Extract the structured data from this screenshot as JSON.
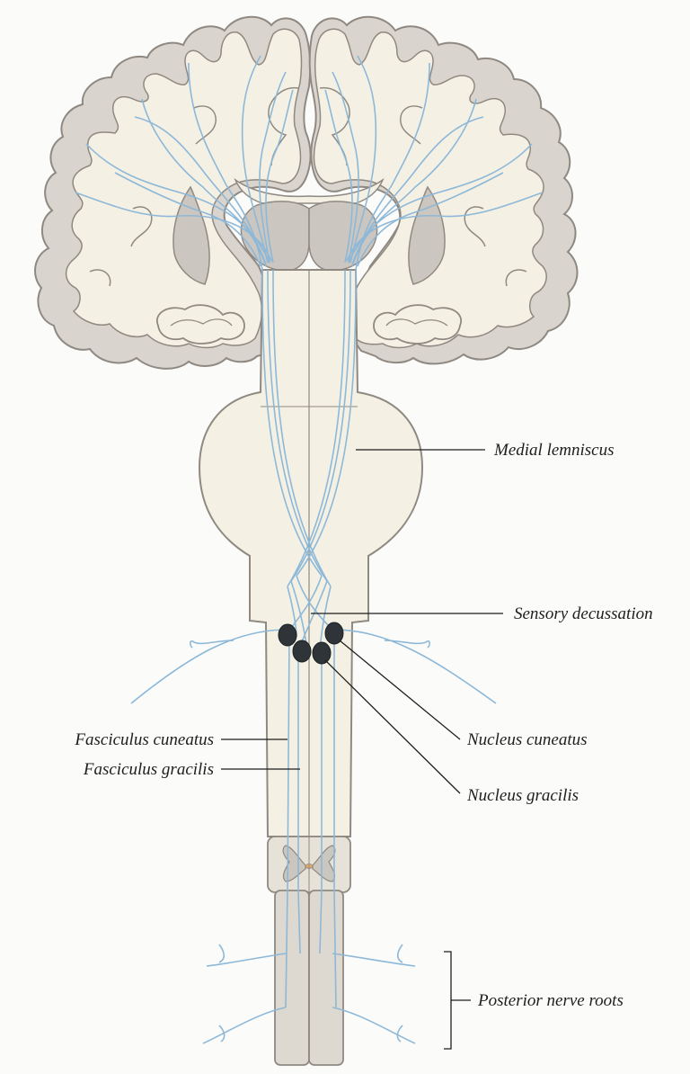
{
  "colors": {
    "background": "#fbfbfa",
    "cortex_fill": "#d9d4cd",
    "cortex_stroke": "#8f8982",
    "white_matter": "#f4f1e4",
    "deep_nuclei": "#cbc6c0",
    "fiber": "#8db8d8",
    "nucleus": "#2e3438",
    "leader": "#1e1e1e"
  },
  "labels": {
    "medial_lemniscus": "Medial lemniscus",
    "sensory_decussation": "Sensory decussation",
    "nucleus_cuneatus": "Nucleus cuneatus",
    "nucleus_gracilis": "Nucleus gracilis",
    "fasciculus_cuneatus": "Fasciculus cuneatus",
    "fasciculus_gracilis": "Fasciculus gracilis",
    "posterior_nerve_roots": "Posterior nerve roots"
  }
}
